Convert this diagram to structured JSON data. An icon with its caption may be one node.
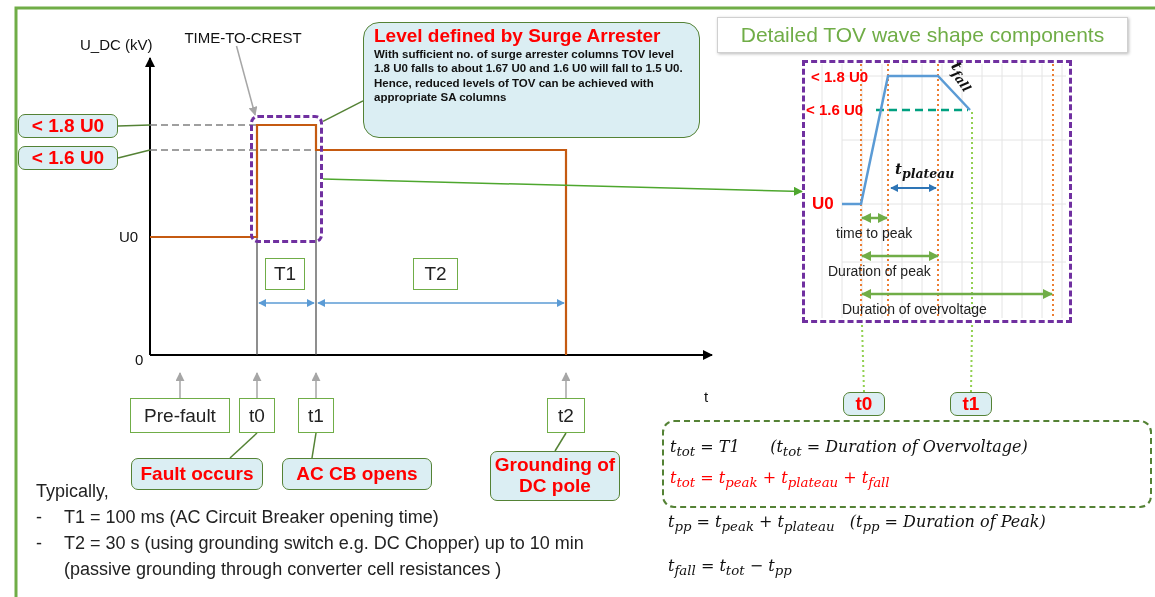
{
  "diagram": {
    "nodes": [
      {
        "text": [],
        "shape": "picture"
      },
      {
        "text": [
          "TIME-TO-CREST"
        ]
      },
      {
        "text": [
          "Level defined by Surge Arrester",
          "With sufficient no. of surge arrester columns TOV level 1.8 U0 falls to about 1.67 U0 and 1.6 U0 will fall to 1.5 U0. Hence, reduced levels of TOV can be achieved with appropriate SA columns"
        ]
      },
      {
        "text": [
          "Detailed TOV wave shape components"
        ]
      },
      {
        "text": [
          "< 1.8 U0"
        ]
      },
      {
        "text": [
          "< 1.6 U0"
        ]
      },
      {
        "text": [],
        "shape": "box",
        "in": 0
      },
      {
        "text": [],
        "shape": "box"
      },
      {
        "text": [
          "T1"
        ],
        "in": 0
      },
      {
        "text": [
          "T2"
        ],
        "in": 0
      },
      {
        "text": [
          "Pre-fault"
        ]
      },
      {
        "text": [
          "t0"
        ]
      },
      {
        "text": [
          "t1"
        ]
      },
      {
        "text": [
          "t2"
        ]
      },
      {
        "text": [
          "t0"
        ]
      },
      {
        "text": [
          "t1"
        ]
      },
      {
        "text": [
          "Fault occurs"
        ]
      },
      {
        "text": [
          "AC CB opens"
        ]
      },
      {
        "text": [
          "Grounding of DC pole"
        ]
      },
      {
        "text": [
          "t$_{tot}$ = T1      (t$_{tot}$ = Duration of Overvoltage)",
          "t$_{tot}$ = t$_{peak}$ + t$_{plateau}$ + t$_{fall}$"
        ]
      }
    ],
    "edges": [
      {
        "from": 1,
        "to": 6,
        "arrow": "to",
        "color": "#a6a6a6"
      },
      {
        "from": 2,
        "to": 6,
        "arrow": "none"
      },
      {
        "from": 4,
        "to": 0,
        "arrow": "none"
      },
      {
        "from": 5,
        "to": 0,
        "arrow": "none"
      },
      {
        "from": 6,
        "to": 7,
        "arrow": "to",
        "color": "#4ea72e"
      },
      {
        "from": 10,
        "to": 0,
        "arrow": "to",
        "color": "#a6a6a6"
      },
      {
        "from": 11,
        "to": 0,
        "arrow": "to",
        "color": "#a6a6a6"
      },
      {
        "from": 12,
        "to": 0,
        "arrow": "to",
        "color": "#a6a6a6"
      },
      {
        "from": 13,
        "to": 0,
        "arrow": "to",
        "color": "#a6a6a6"
      },
      {
        "from": 16,
        "to": 11,
        "arrow": "none"
      },
      {
        "from": 17,
        "to": 12,
        "arrow": "none"
      },
      {
        "from": 18,
        "to": 13,
        "arrow": "none"
      },
      {
        "from": 14,
        "to": 7,
        "arrow": "none",
        "style": "dashed",
        "color": "#92d050"
      },
      {
        "from": 15,
        "to": 7,
        "arrow": "none",
        "style": "dashed",
        "color": "#92d050"
      }
    ],
    "labels": [
      "U_DC (kV)",
      "U0",
      "0",
      "t",
      "< 1.8 U0",
      "< 1.6 U0",
      "t$_{fall}$",
      "t$_{plateau}$",
      "U0",
      "time to peak",
      "Duration of peak",
      "Duration of overvoltage",
      "t$_{pp}$ = t$_{peak}$ + t$_{plateau}$   (t$_{pp}$ = Duration of Peak)",
      "t$_{fall}$ = t$_{tot}$ − t$_{pp}$",
      "Typically,",
      "-",
      "T1 = 100 ms (AC Circuit Breaker opening time)",
      "-",
      "T2 = 30 s (using grounding switch e.g. DC Chopper) up to 10 min (passive grounding through converter cell resistances )"
    ]
  }
}
